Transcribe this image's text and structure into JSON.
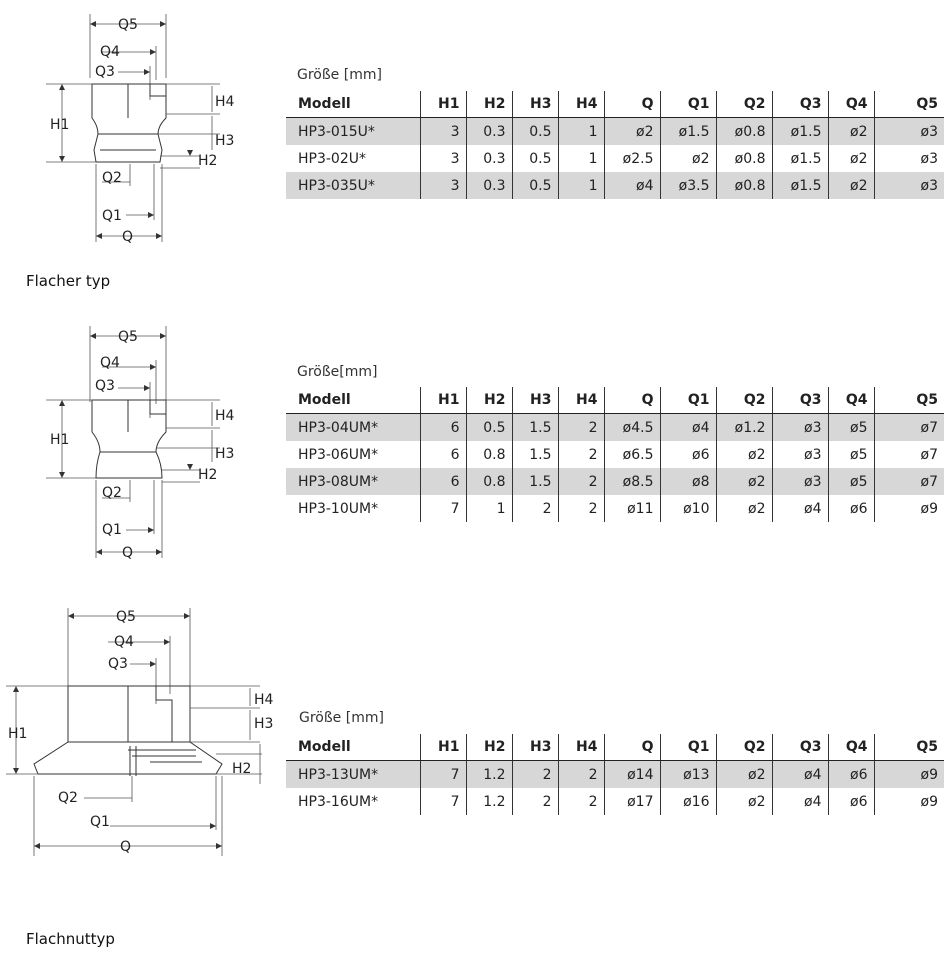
{
  "sections": [
    {
      "size_label": "Größe [mm]",
      "headers": [
        "Modell",
        "H1",
        "H2",
        "H3",
        "H4",
        "Q",
        "Q1",
        "Q2",
        "Q3",
        "Q4",
        "Q5"
      ],
      "rows": [
        [
          "HP3-015U*",
          "3",
          "0.3",
          "0.5",
          "1",
          "ø2",
          "ø1.5",
          "ø0.8",
          "ø1.5",
          "ø2",
          "ø3"
        ],
        [
          "HP3-02U*",
          "3",
          "0.3",
          "0.5",
          "1",
          "ø2.5",
          "ø2",
          "ø0.8",
          "ø1.5",
          "ø2",
          "ø3"
        ],
        [
          "HP3-035U*",
          "3",
          "0.3",
          "0.5",
          "1",
          "ø4",
          "ø3.5",
          "ø0.8",
          "ø1.5",
          "ø2",
          "ø3"
        ]
      ]
    },
    {
      "size_label": "Größe[mm]",
      "headers": [
        "Modell",
        "H1",
        "H2",
        "H3",
        "H4",
        "Q",
        "Q1",
        "Q2",
        "Q3",
        "Q4",
        "Q5"
      ],
      "rows": [
        [
          "HP3-04UM*",
          "6",
          "0.5",
          "1.5",
          "2",
          "ø4.5",
          "ø4",
          "ø1.2",
          "ø3",
          "ø5",
          "ø7"
        ],
        [
          "HP3-06UM*",
          "6",
          "0.8",
          "1.5",
          "2",
          "ø6.5",
          "ø6",
          "ø2",
          "ø3",
          "ø5",
          "ø7"
        ],
        [
          "HP3-08UM*",
          "6",
          "0.8",
          "1.5",
          "2",
          "ø8.5",
          "ø8",
          "ø2",
          "ø3",
          "ø5",
          "ø7"
        ],
        [
          "HP3-10UM*",
          "7",
          "1",
          "2",
          "2",
          "ø11",
          "ø10",
          "ø2",
          "ø4",
          "ø6",
          "ø9"
        ]
      ]
    },
    {
      "size_label": "Größe [mm]",
      "headers": [
        "Modell",
        "H1",
        "H2",
        "H3",
        "H4",
        "Q",
        "Q1",
        "Q2",
        "Q3",
        "Q4",
        "Q5"
      ],
      "rows": [
        [
          "HP3-13UM*",
          "7",
          "1.2",
          "2",
          "2",
          "ø14",
          "ø13",
          "ø2",
          "ø4",
          "ø6",
          "ø9"
        ],
        [
          "HP3-16UM*",
          "7",
          "1.2",
          "2",
          "2",
          "ø17",
          "ø16",
          "ø2",
          "ø4",
          "ø6",
          "ø9"
        ]
      ]
    }
  ],
  "captions": {
    "flat": "Flacher typ",
    "flat_groove": "Flachnuttyp"
  },
  "dimension_labels": {
    "q5": "Q5",
    "q4": "Q4",
    "q3": "Q3",
    "h1": "H1",
    "h4": "H4",
    "h3": "H3",
    "h2": "H2",
    "q2": "Q2",
    "q1": "Q1",
    "q": "Q"
  },
  "shading": [
    "#d7d7d7"
  ]
}
